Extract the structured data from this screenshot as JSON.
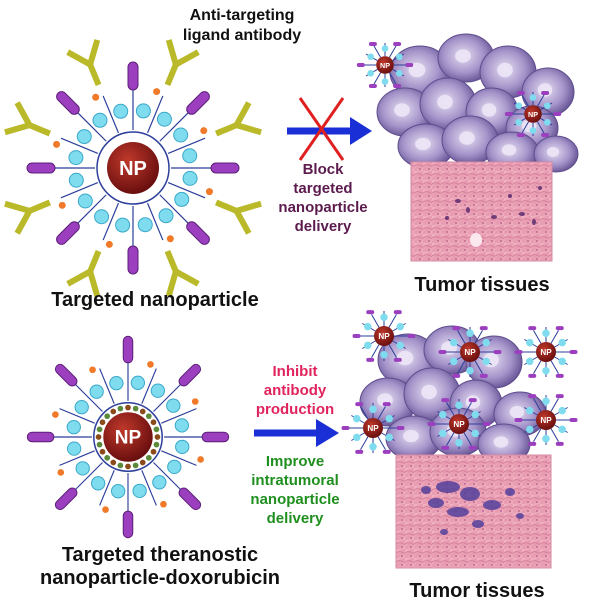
{
  "top": {
    "antibody_label_line1": "Anti-targeting",
    "antibody_label_line2": "ligand antibody",
    "np_label": "NP",
    "caption": "Targeted nanoparticle",
    "block_line1": "Block",
    "block_line2": "targeted",
    "block_line3": "nanoparticle",
    "block_line4": "delivery",
    "tissue_label": "Tumor tissues"
  },
  "bottom": {
    "np_label": "NP",
    "caption_line1": "Targeted theranostic",
    "caption_line2": "nanoparticle-doxorubicin",
    "inhibit_line1": "Inhibit",
    "inhibit_line2": "antibody",
    "inhibit_line3": "production",
    "improve_line1": "Improve",
    "improve_line2": "intratumoral",
    "improve_line3": "nanoparticle",
    "improve_line4": "delivery",
    "tissue_label": "Tumor tissues"
  },
  "colors": {
    "np_core": "#8b1a1a",
    "antibody": "#b9b92a",
    "ligand_arm": "#9c3fbf",
    "arrow": "#1b2fd6",
    "block_cross": "#e02020",
    "tumor_cells": "#8e7fb8",
    "tissue_stain": "#e8a0b4"
  }
}
